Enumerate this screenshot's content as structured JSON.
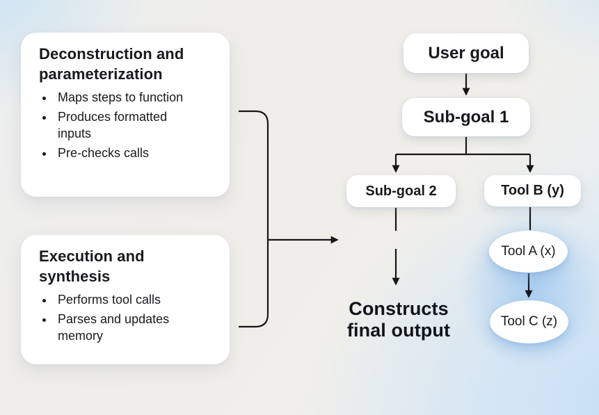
{
  "cards": [
    {
      "title": "Deconstruction and parameterization",
      "bullets": [
        "Maps steps to function",
        "Produces formatted inputs",
        "Pre-checks calls"
      ]
    },
    {
      "title": "Execution and synthesis",
      "bullets": [
        "Performs tool calls",
        "Parses and updates memory"
      ]
    }
  ],
  "flowchart": {
    "nodes": {
      "user_goal": {
        "label": "User goal"
      },
      "sub_goal_1": {
        "label": "Sub-goal 1"
      },
      "sub_goal_2": {
        "label": "Sub-goal 2"
      },
      "tool_b": {
        "label": "Tool B (y)"
      },
      "tool_a": {
        "label": "Tool A (x)"
      },
      "tool_c": {
        "label": "Tool C (z)"
      }
    },
    "output_caption": "Constructs final output"
  },
  "colors": {
    "card_bg": "#ffffff",
    "line": "#151515",
    "text": "#17191c",
    "bg_cream": "#efede9",
    "bg_blue": "#cfe3f5",
    "glow": "#a8cdf0"
  }
}
